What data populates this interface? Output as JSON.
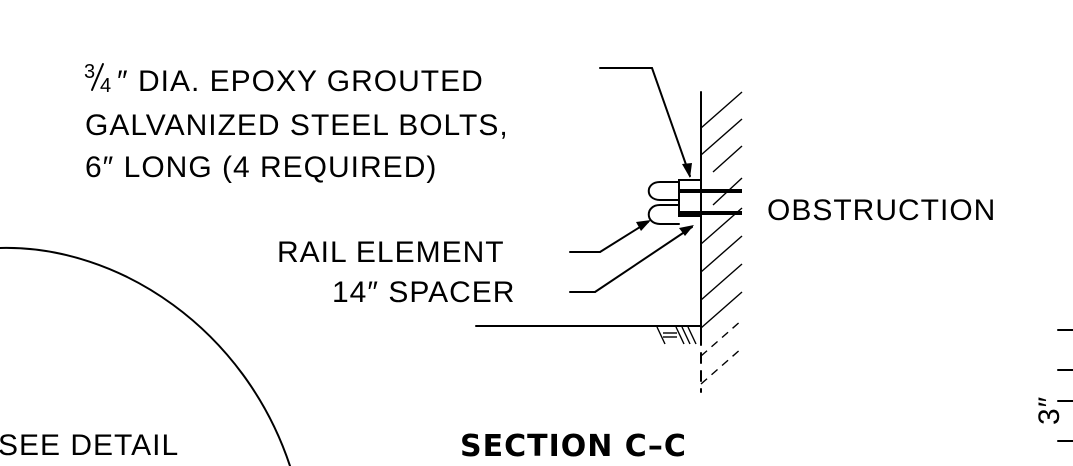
{
  "labels": {
    "bolt_note_line1_fraction_num": "3",
    "bolt_note_line1_fraction_den": "4",
    "bolt_note_line1_rest": "″ DIA. EPOXY  GROUTED",
    "bolt_note_line2": "GALVANIZED  STEEL  BOLTS,",
    "bolt_note_line3": "6″ LONG  (4  REQUIRED)",
    "obstruction": "OBSTRUCTION",
    "rail_element": "RAIL  ELEMENT",
    "spacer": "14″  SPACER",
    "see_detail": "SEE  DETAIL",
    "section_title": "SECTION   C–C",
    "dimension_3in": "3″"
  }
}
